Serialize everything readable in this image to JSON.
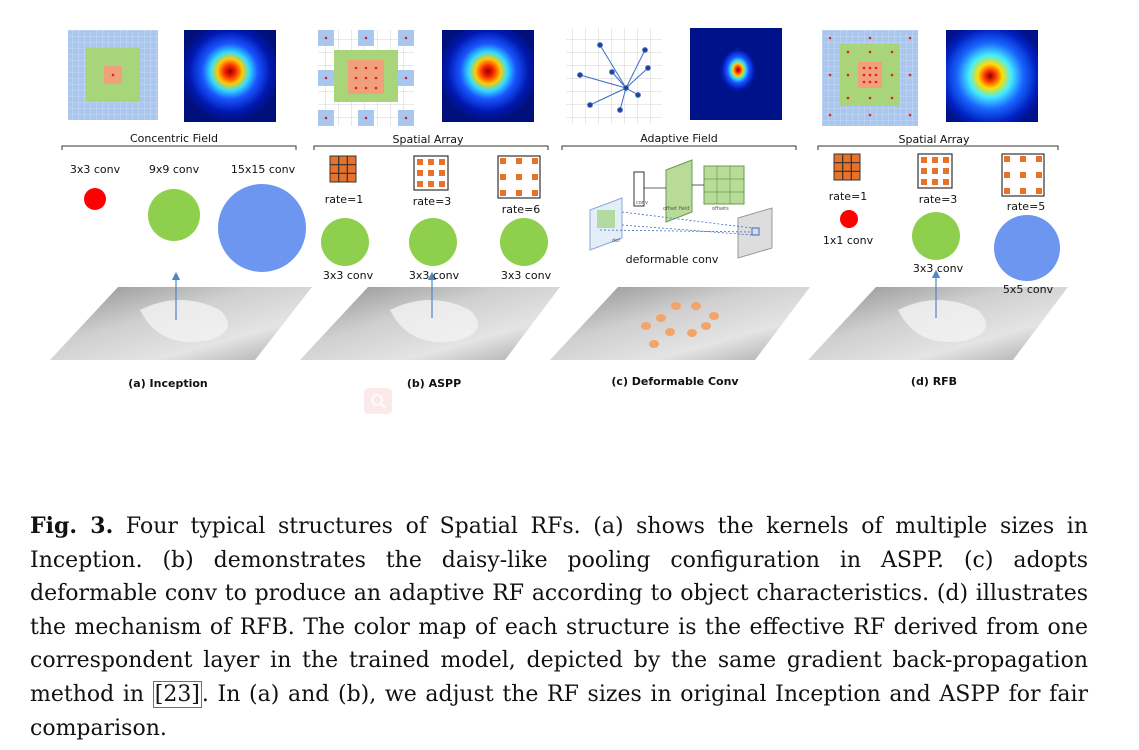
{
  "panels": [
    {
      "group_label": "Concentric Field",
      "kernel_labels": [
        "3x3 conv",
        "9x9 conv",
        "15x15 conv"
      ],
      "sublabel": "(a) Inception"
    },
    {
      "group_label": "Spatial Array",
      "rate_labels": [
        "rate=1",
        "rate=3",
        "rate=6"
      ],
      "conv_labels": [
        "3x3 conv",
        "3x3 conv",
        "3x3 conv"
      ],
      "sublabel": "(b) ASPP"
    },
    {
      "group_label": "Adaptive Field",
      "diagram_texts": [
        "conv",
        "offset field",
        "offsets",
        "def"
      ],
      "conv_label": "deformable conv",
      "sublabel": "(c) Deformable Conv"
    },
    {
      "group_label": "Spatial Array",
      "rate_labels": [
        "rate=1",
        "rate=3",
        "rate=5"
      ],
      "conv_labels": [
        "1x1 conv",
        "3x3 conv",
        "5x5 conv"
      ],
      "sublabel": "(d) RFB"
    }
  ],
  "caption": {
    "fig_label": "Fig. 3.",
    "text_before_cite": "Four typical structures of Spatial RFs. (a) shows the kernels of multiple sizes in Inception. (b) demonstrates the daisy-like pooling configuration in ASPP. (c) adopts deformable conv to produce an adaptive RF according to object characteristics. (d) illustrates the mechanism of RFB. The color map of each structure is the effective RF derived from one correspondent layer in the trained model, depicted by the same gradient back-propagation method in",
    "cite": "[23]",
    "text_after_cite": ". In (a) and (b), we adjust the RF sizes in original Inception and ASPP for fair comparison."
  },
  "colors": {
    "red": "#ff0000",
    "green": "#8fcf4e",
    "blue": "#6c96f0",
    "orange": "#e8722a",
    "arrow": "#4f86c6",
    "cite_box": "#2ca02c"
  }
}
